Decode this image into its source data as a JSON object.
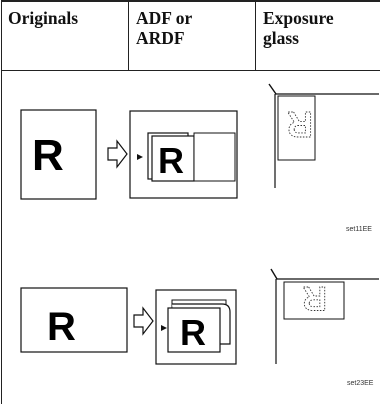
{
  "table": {
    "headers": [
      "Originals",
      "ADF or ARDF",
      "Exposure glass"
    ],
    "header_lines": [
      [
        "Originals"
      ],
      [
        "ADF or",
        "ARDF"
      ],
      [
        "Exposure",
        "glass"
      ]
    ]
  },
  "rows": [
    {
      "original_letter": "R",
      "adf_letter": "R",
      "glass_letter": "R",
      "caption": "set11EE"
    },
    {
      "original_letter": "R",
      "adf_letter": "R",
      "glass_letter": "R",
      "caption": "set23EE"
    }
  ]
}
